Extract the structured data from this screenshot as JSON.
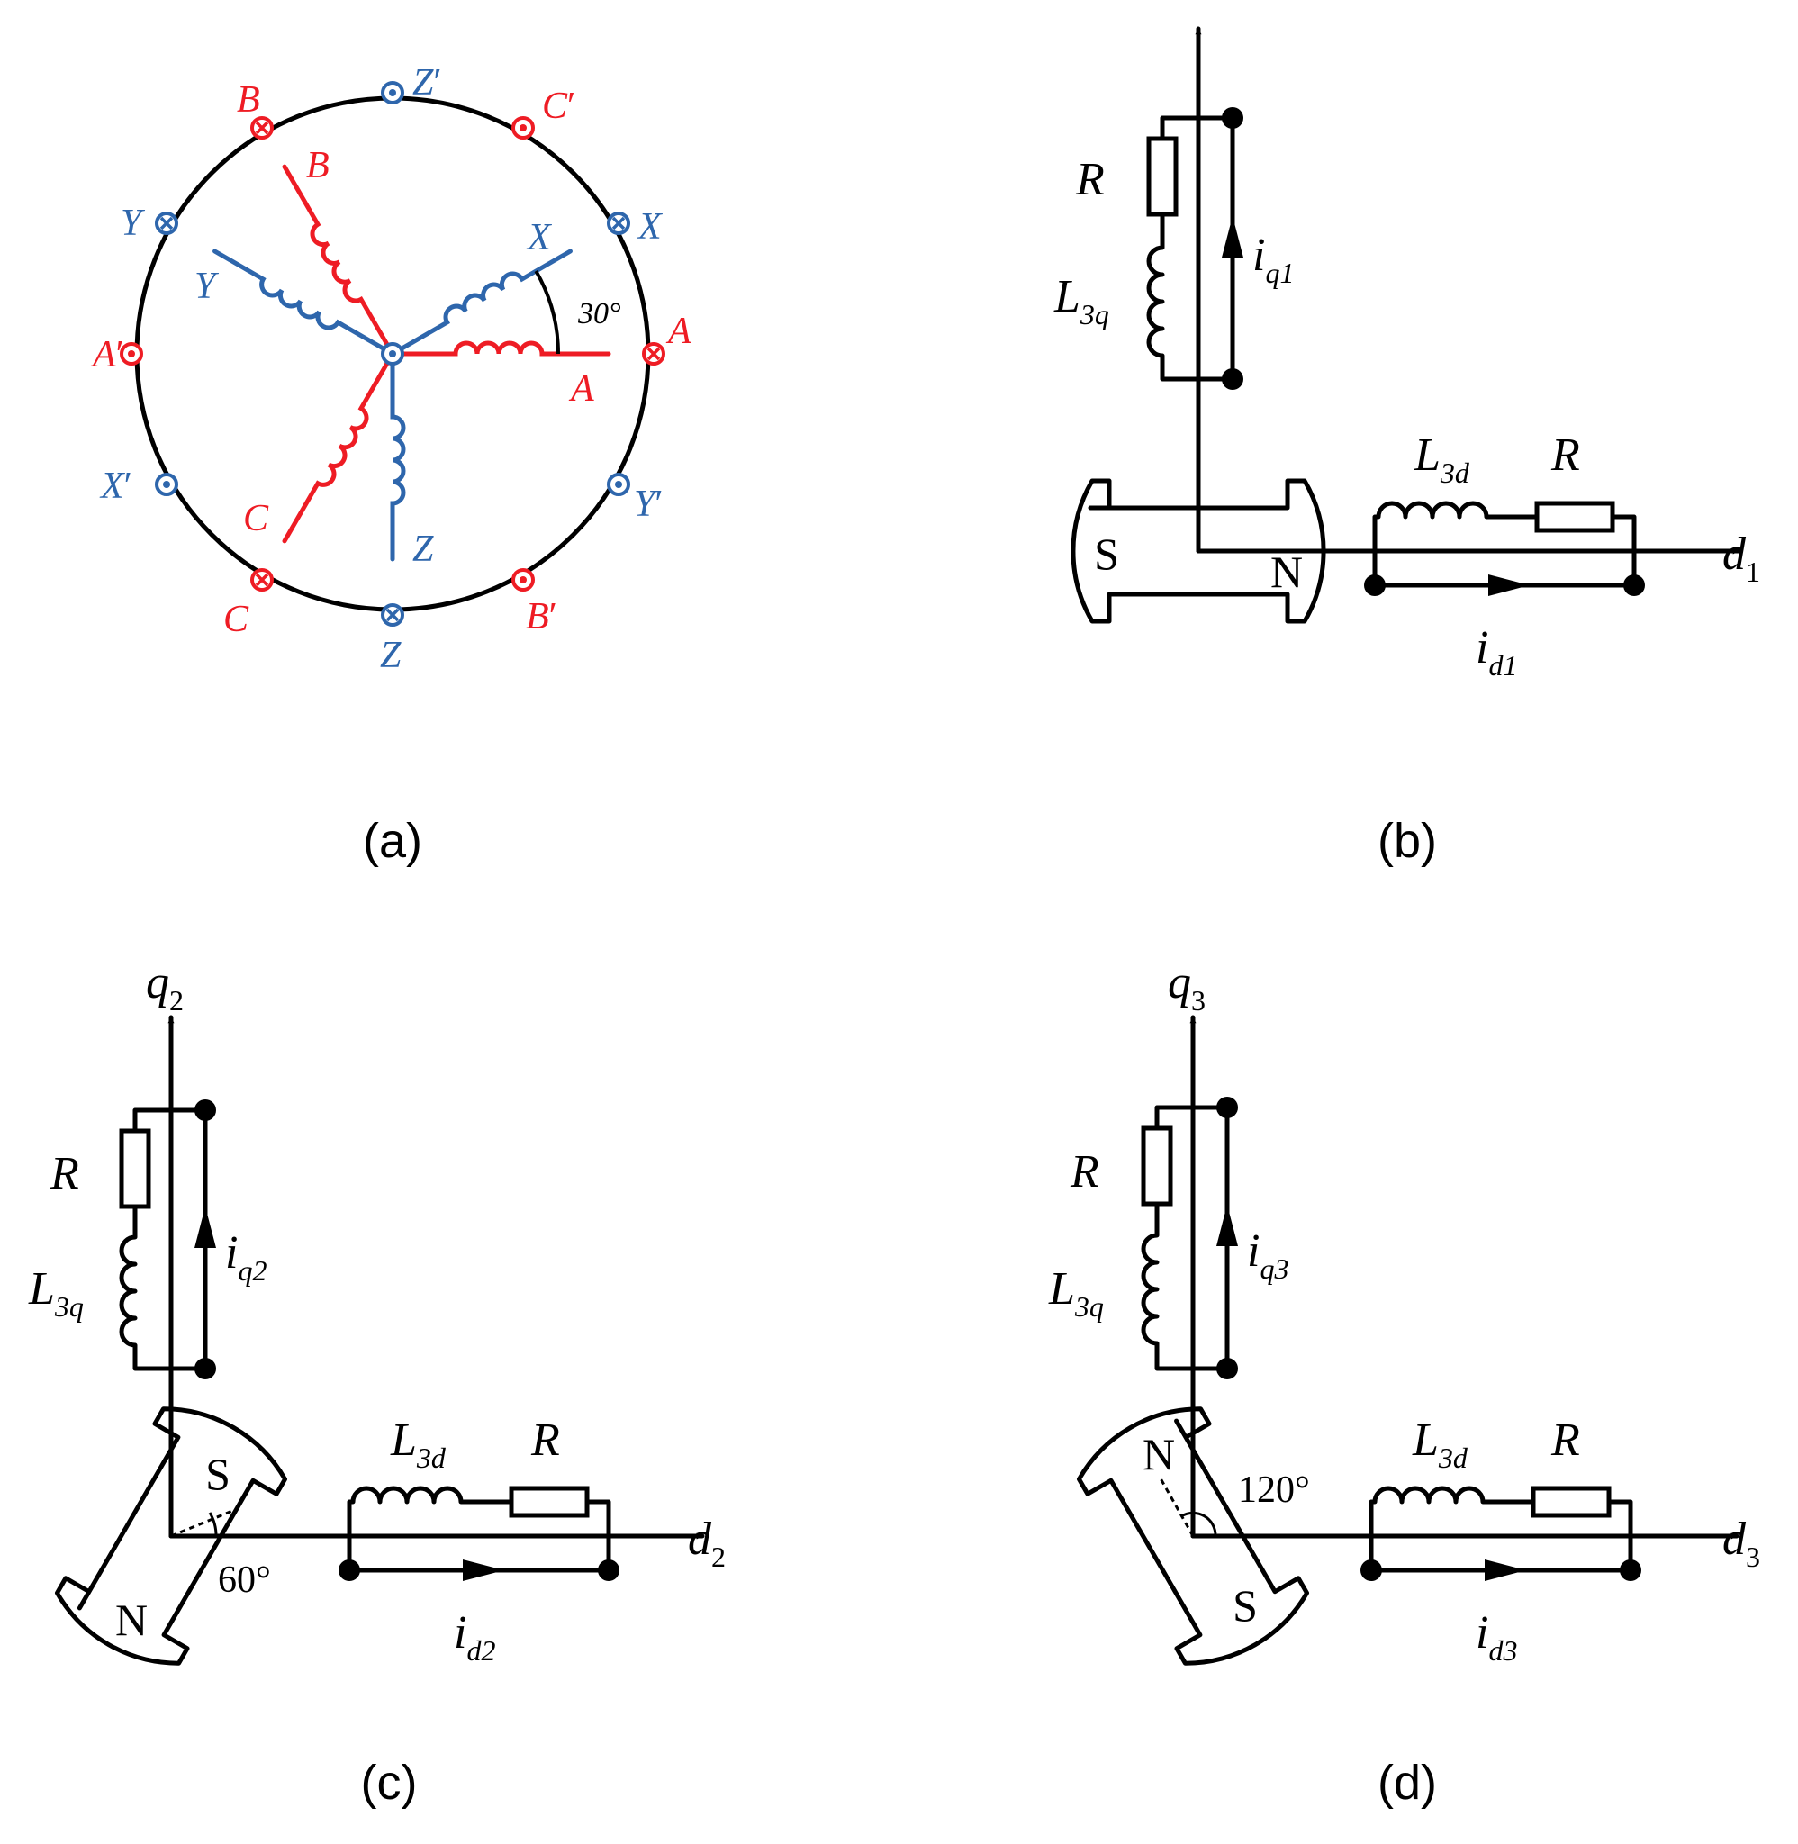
{
  "colors": {
    "red": "#ee1c24",
    "blue": "#2e66ac",
    "black": "#000000"
  },
  "panel_a": {
    "caption": "(a)",
    "angle_label": "30°",
    "ring_labels": {
      "Zp": {
        "base": "Z",
        "prime": "′"
      },
      "Cp": {
        "base": "C",
        "prime": "′"
      },
      "X": {
        "base": "X",
        "prime": ""
      },
      "A": {
        "base": "A",
        "prime": ""
      },
      "Yp": {
        "base": "Y",
        "prime": "′"
      },
      "Bp": {
        "base": "B",
        "prime": "′"
      },
      "Z": {
        "base": "Z",
        "prime": ""
      },
      "C": {
        "base": "C",
        "prime": ""
      },
      "Xp": {
        "base": "X",
        "prime": "′"
      },
      "Ap": {
        "base": "A",
        "prime": "′"
      },
      "Y": {
        "base": "Y",
        "prime": ""
      },
      "B": {
        "base": "B",
        "prime": ""
      }
    },
    "phase_labels": {
      "A": "A",
      "B": "B",
      "C": "C",
      "X": "X",
      "Y": "Y",
      "Z": "Z"
    }
  },
  "panels": {
    "b": {
      "caption": "(b)",
      "q_axis": {
        "base": "",
        "sub": ""
      },
      "d_axis": {
        "base": "d",
        "sub": "1"
      },
      "R_q": "R",
      "L_q": {
        "base": "L",
        "sub": "3q"
      },
      "i_q": {
        "base": "i",
        "sub": "q1"
      },
      "R_d": "R",
      "L_d": {
        "base": "L",
        "sub": "3d"
      },
      "i_d": {
        "base": "i",
        "sub": "d1"
      },
      "pole_1": "S",
      "pole_2": "N",
      "angle": ""
    },
    "c": {
      "caption": "(c)",
      "q_axis": {
        "base": "q",
        "sub": "2"
      },
      "d_axis": {
        "base": "d",
        "sub": "2"
      },
      "R_q": "R",
      "L_q": {
        "base": "L",
        "sub": "3q"
      },
      "i_q": {
        "base": "i",
        "sub": "q2"
      },
      "R_d": "R",
      "L_d": {
        "base": "L",
        "sub": "3d"
      },
      "i_d": {
        "base": "i",
        "sub": "d2"
      },
      "pole_1": "S",
      "pole_2": "N",
      "angle": "60°"
    },
    "d": {
      "caption": "(d)",
      "q_axis": {
        "base": "q",
        "sub": "3"
      },
      "d_axis": {
        "base": "d",
        "sub": "3"
      },
      "R_q": "R",
      "L_q": {
        "base": "L",
        "sub": "3q"
      },
      "i_q": {
        "base": "i",
        "sub": "q3"
      },
      "R_d": "R",
      "L_d": {
        "base": "L",
        "sub": "3d"
      },
      "i_d": {
        "base": "i",
        "sub": "d3"
      },
      "pole_1": "N",
      "pole_2": "S",
      "angle": "120°"
    }
  }
}
